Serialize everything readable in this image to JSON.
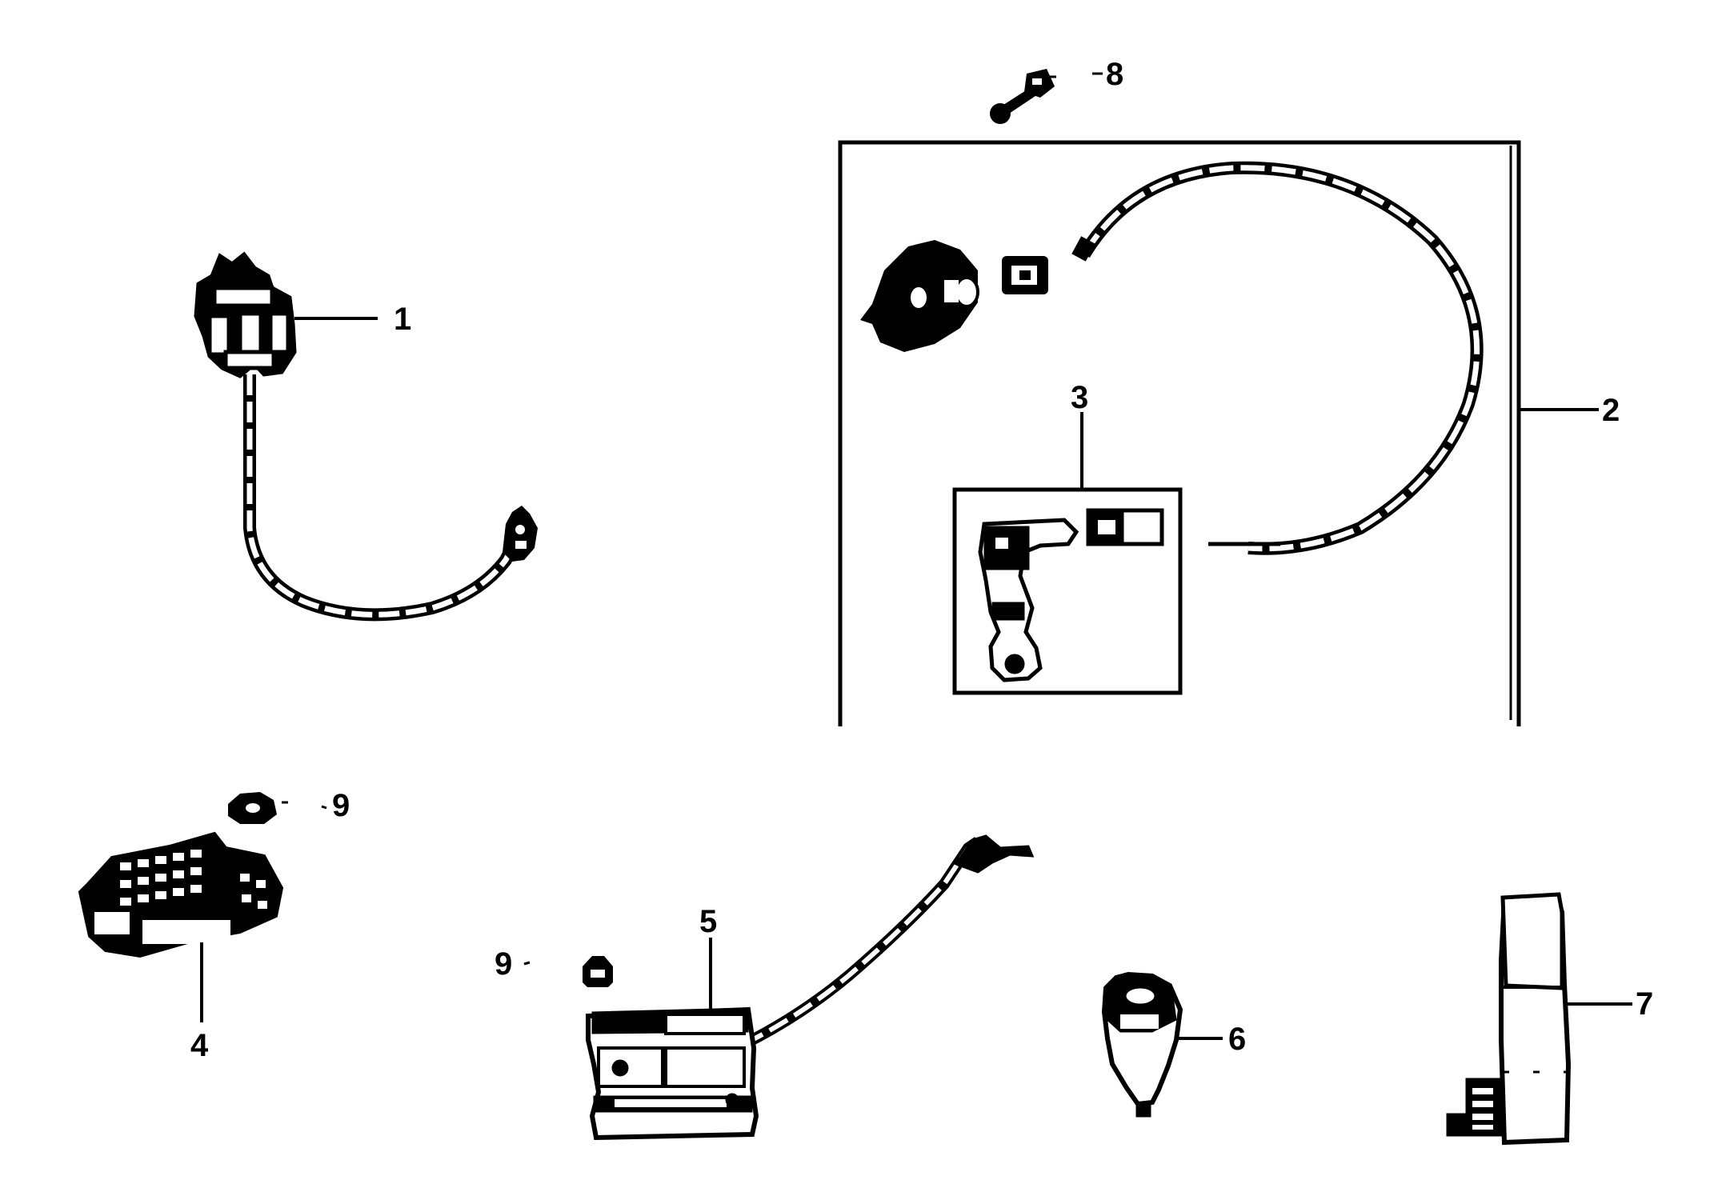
{
  "diagram": {
    "type": "exploded-parts-diagram",
    "line_color": "#000000",
    "background": "#ffffff",
    "callouts": [
      {
        "id": "c1",
        "label": "1",
        "part": "harness-with-connector"
      },
      {
        "id": "c2",
        "label": "2",
        "part": "harness-kit-group"
      },
      {
        "id": "c3",
        "label": "3",
        "part": "elbow-connector"
      },
      {
        "id": "c4",
        "label": "4",
        "part": "ribbed-bracket"
      },
      {
        "id": "c5",
        "label": "5",
        "part": "module-with-lead"
      },
      {
        "id": "c6",
        "label": "6",
        "part": "sender-switch"
      },
      {
        "id": "c7",
        "label": "7",
        "part": "panel-unit"
      },
      {
        "id": "c8",
        "label": "8",
        "part": "bolt"
      },
      {
        "id": "c9a",
        "label": "9",
        "part": "nut"
      },
      {
        "id": "c9b",
        "label": "9",
        "part": "nut"
      }
    ]
  }
}
